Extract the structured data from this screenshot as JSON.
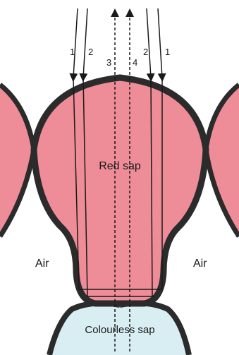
{
  "labels": {
    "red_sap": "Red sap",
    "air_left": "Air",
    "air_right": "Air",
    "colourless_sap": "Colourless sap"
  },
  "rays": {
    "left_outer": "1",
    "left_inner": "2",
    "center_left": "3",
    "center_right": "4",
    "right_inner": "2",
    "right_outer": "1"
  },
  "colors": {
    "red_sap": "#ee8d98",
    "cell_wall": "#2b2b2b",
    "colourless_sap": "#d8eef3"
  }
}
